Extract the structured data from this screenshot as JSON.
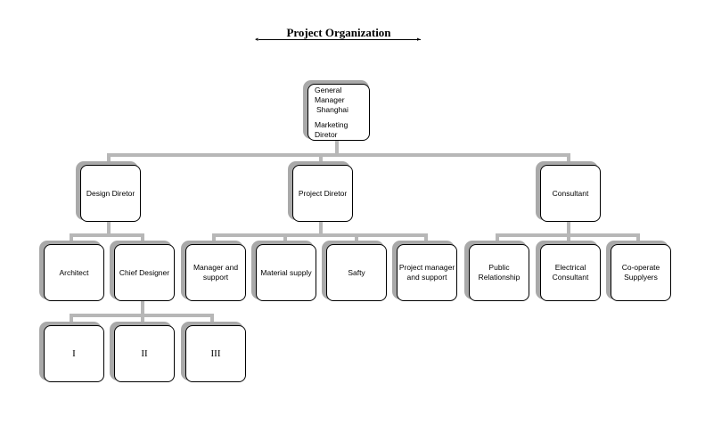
{
  "title": "Project Organization",
  "root": {
    "line1": "General Manager",
    "line2": "Shanghai",
    "line3": "Marketing Diretor"
  },
  "level1": [
    "Design Diretor",
    "Project Diretor",
    "Consultant"
  ],
  "design": [
    "Architect",
    "Chief Designer"
  ],
  "project": [
    [
      "Manager and",
      "support"
    ],
    [
      "Material supply"
    ],
    [
      "Safty"
    ],
    [
      "Project manager",
      "and support"
    ]
  ],
  "consultant": [
    [
      "Public",
      "Relationship"
    ],
    [
      "Electrical",
      "Consultant"
    ],
    [
      "Co-operate",
      "Supplyers"
    ]
  ],
  "chief_designer_teams": [
    "I",
    "II",
    "III"
  ]
}
